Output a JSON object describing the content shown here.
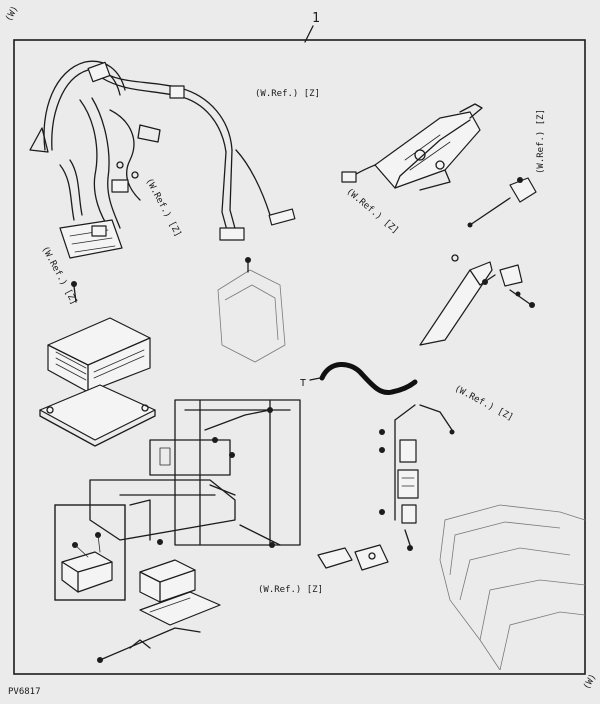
{
  "diagram": {
    "item_number": "1",
    "callouts": [
      "(W.Ref.) [Z]",
      "(W.Ref.) [Z]",
      "(W.Ref.) [Z]",
      "(W.Ref.) [Z]",
      "(W.Ref.) [Z]",
      "(W.Ref.) [Z]",
      "(W.Ref.) [Z]"
    ],
    "figure_id": "PV6817",
    "margin_marks": [
      "(W)",
      "(W)"
    ]
  }
}
